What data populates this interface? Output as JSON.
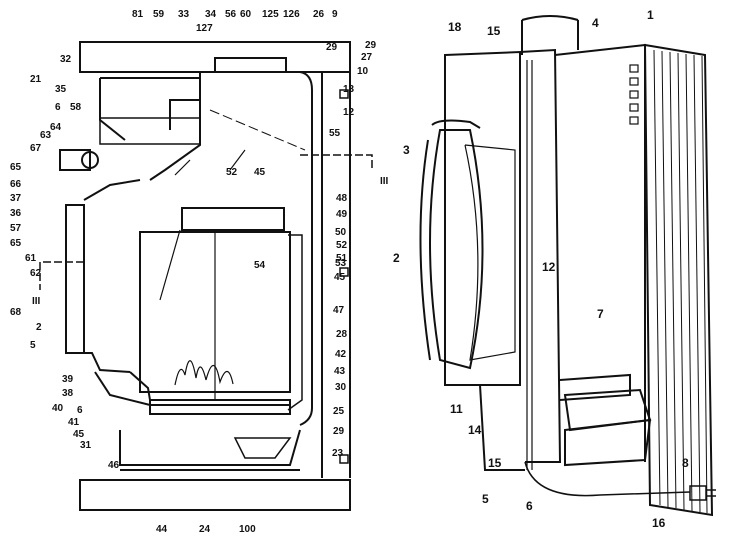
{
  "left_figure": {
    "labels": [
      "81",
      "59",
      "33",
      "127",
      "34",
      "56",
      "60",
      "125",
      "126",
      "26",
      "9",
      "29",
      "27",
      "10",
      "13",
      "12",
      "32",
      "21",
      "35",
      "6",
      "58",
      "64",
      "63",
      "67",
      "65",
      "66",
      "37",
      "36",
      "57",
      "65",
      "61",
      "62",
      "55",
      "52",
      "45",
      "48",
      "49",
      "50",
      "52",
      "51",
      "54",
      "53",
      "45",
      "III",
      "III",
      "68",
      "2",
      "47",
      "28",
      "5",
      "42",
      "43",
      "30",
      "39",
      "38",
      "40",
      "6",
      "41",
      "45",
      "25",
      "29",
      "31",
      "46",
      "23",
      "44",
      "24",
      "100",
      "29"
    ]
  },
  "right_figure": {
    "labels": [
      "18",
      "15",
      "4",
      "1",
      "3",
      "2",
      "12",
      "7",
      "11",
      "14",
      "15",
      "8",
      "5",
      "6",
      "16"
    ]
  }
}
